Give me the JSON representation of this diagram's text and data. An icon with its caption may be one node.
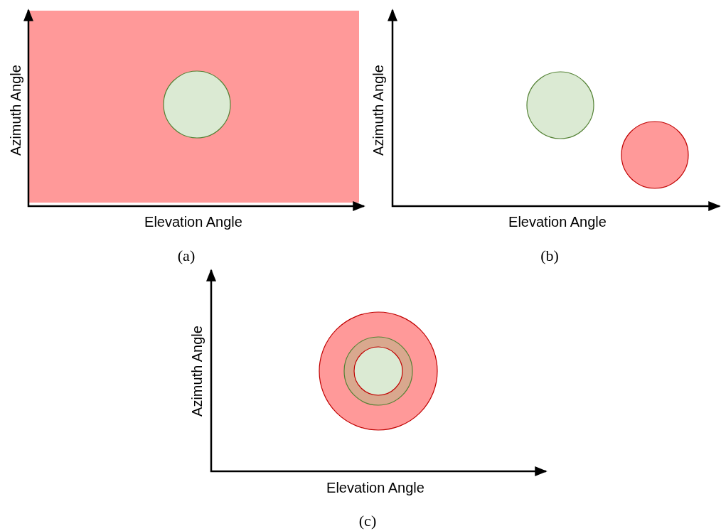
{
  "diagram": {
    "labels": [
      "Azimuth Angle",
      "Elevation Angle",
      "(a)",
      "Azimuth Angle",
      "Elevation Angle",
      "(b)",
      "Azimuth Angle",
      "Elevation Angle",
      "(c)"
    ]
  }
}
